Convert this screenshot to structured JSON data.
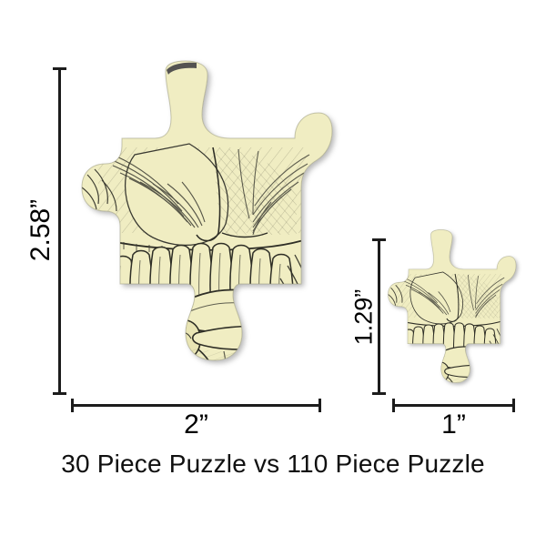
{
  "caption": {
    "text": "30 Piece Puzzle vs 110 Piece Puzzle",
    "left_product": "30 Piece Puzzle",
    "right_product": "110 Piece Puzzle"
  },
  "comparison": {
    "large": {
      "name": "30 Piece Puzzle",
      "piece_count": 30,
      "height_label": "2.58”",
      "width_label": "2”",
      "height_inches": 2.58,
      "width_inches": 2
    },
    "small": {
      "name": "110 Piece Puzzle",
      "piece_count": 110,
      "height_label": "1.29”",
      "width_label": "1”",
      "height_inches": 1.29,
      "width_inches": 1
    }
  },
  "artwork": {
    "description": "vintage pen-and-ink skeletal anatomy engraving",
    "piece_fill": "#F0EDC2",
    "piece_edge": "#555555",
    "ink": "#3a3a32",
    "background": "#FFFFFF",
    "line_color": "#1C1C1C"
  },
  "icons": {
    "large_piece": "puzzle-piece-icon",
    "small_piece": "puzzle-piece-icon"
  }
}
